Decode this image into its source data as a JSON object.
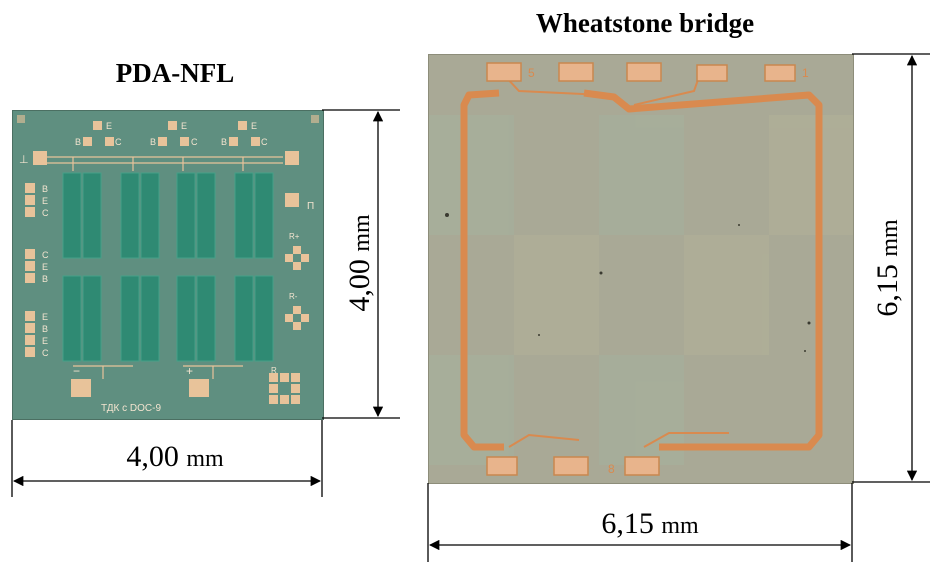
{
  "figure": {
    "left_chip": {
      "title": "PDA-NFL",
      "width_value": "4,00",
      "height_value": "4,00",
      "unit": "mm",
      "pad_labels_top": [
        "E",
        "B",
        "C",
        "E",
        "B",
        "C",
        "E",
        "B",
        "C"
      ],
      "pad_labels_side": [
        "B",
        "E",
        "C",
        "C",
        "E",
        "B",
        "E",
        "B",
        "E",
        "C"
      ],
      "resistor_labels": [
        "R+",
        "R-",
        "R"
      ],
      "polarity_labels": [
        "−",
        "+",
        "⊥",
        "П"
      ],
      "chip_marking": "ТДК c DOC-9"
    },
    "right_chip": {
      "title": "Wheatstone bridge",
      "width_value": "6,15",
      "height_value": "6,15",
      "unit": "mm",
      "pad_markings": [
        "5",
        "1",
        "8"
      ]
    },
    "colors": {
      "left_chip_bg": "#5f8f80",
      "left_resistor": "#2f8a73",
      "pad_gold": "#e8c39a",
      "right_chip_bg": "#a9a996",
      "trace_orange": "#d98a4f",
      "dimension_line": "#000000"
    }
  }
}
